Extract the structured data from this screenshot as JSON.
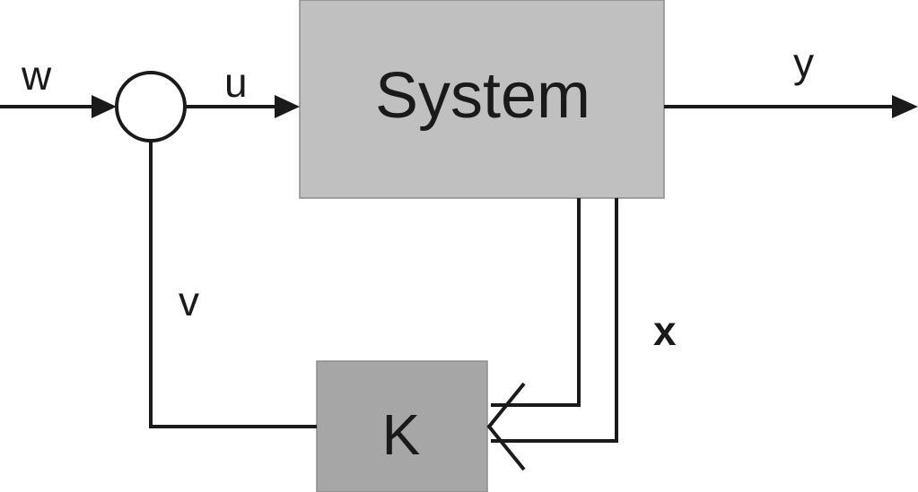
{
  "colors": {
    "line": "#1a1a1a",
    "system_fill": "#c0c0c0",
    "controller_fill": "#a6a6a6",
    "border": "#8c8c8c",
    "background": "#ffffff"
  },
  "blocks": {
    "system": {
      "label": "System"
    },
    "controller": {
      "label": "K"
    }
  },
  "summing_junction": {
    "shape": "circle"
  },
  "signals": {
    "input": "w",
    "control": "u",
    "output": "y",
    "feedback": "v",
    "state": "x"
  },
  "arrow_style": "filled-triangle",
  "state_arrow_style": "open-chevron"
}
